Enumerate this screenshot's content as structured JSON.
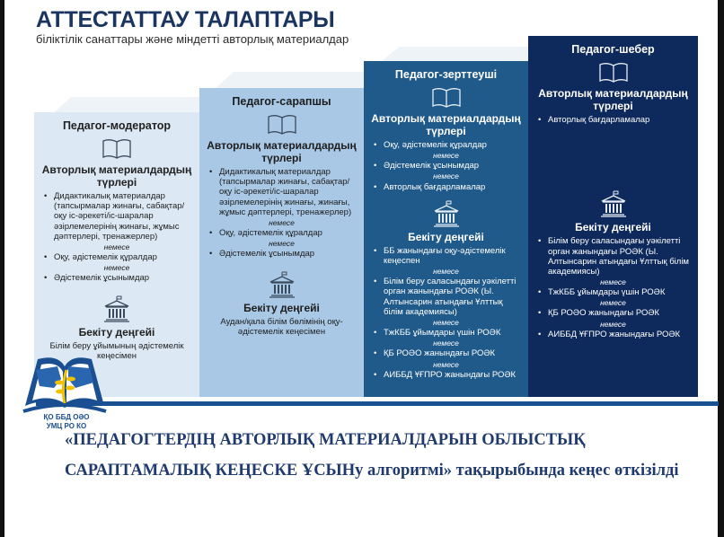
{
  "header": {
    "title": "АТТЕСТАТТАУ ТАЛАПТАРЫ",
    "subtitle": "біліктілік санаттары және міндетті авторлық материалдар"
  },
  "columns": [
    {
      "title": "Педагог-модератор",
      "types_heading": "Авторлық материалдардың түрлері",
      "types": [
        "Дидактикалық материалдар (тапсырмалар жинағы, сабақтар/оқу іс-әрекеті/іс-шаралар әзірлемелерінің жинағы, жұмыс дәптерлері, тренажерлер)",
        "Оқу, әдістемелік құралдар",
        "Әдістемелік ұсынымдар"
      ],
      "approval_heading": "Бекіту деңгейі",
      "approval_text": "Білім беру ұйымының әдістемелік кеңесімен"
    },
    {
      "title": "Педагог-сарапшы",
      "types_heading": "Авторлық материалдардың түрлері",
      "types": [
        "Дидактикалық материалдар (тапсырмалар жинағы, сабақтар/оқу іс-әрекеті/іс-шаралар әзірлемелерінің жинағы, жинағы, жұмыс дәптерлері, тренажерлер)",
        "Оқу, әдістемелік құралдар",
        "Әдістемелік ұсынымдар"
      ],
      "approval_heading": "Бекіту деңгейі",
      "approval_text": "Аудан/қала білім бөлімінің оқу-әдістемелік кеңесімен"
    },
    {
      "title": "Педагог-зерттеуші",
      "types_heading": "Авторлық материалдардың түрлері",
      "types": [
        "Оқу, әдістемелік құралдар",
        "Әдістемелік ұсынымдар",
        "Авторлық бағдарламалар"
      ],
      "approval_heading": "Бекіту деңгейі",
      "approval_items": [
        "ББ жанындағы оқу-әдістемелік кеңеспен",
        "Білім беру саласындағы уәкілетті орган жанындағы РОӘК (Ы. Алтынсарин атындағы Ұлттық білім академиясы)",
        "ТжКББ ұйымдары үшін РОӘК",
        "ҚБ РОӘО жанындағы РОӘК",
        "АИББД ҰҒПРО жанындағы РОӘК"
      ]
    },
    {
      "title": "Педагог-шебер",
      "types_heading": "Авторлық материалдардың түрлері",
      "types": [
        "Авторлық бағдарламалар"
      ],
      "approval_heading": "Бекіту деңгейі",
      "approval_items": [
        "Білім беру саласындағы уәкілетті орган жанындағы РОӘК (Ы. Алтынсарин атындағы Ұлттық білім академиясы)",
        "ТжКББ ұйымдары үшін РОӘК",
        "ҚБ РОӘО жанындағы РОӘК",
        "АИББД ҰҒПРО жанындағы РОӘК"
      ]
    }
  ],
  "or_word": "немесе",
  "logo": {
    "line1": "ҚО ББД ОӘО",
    "line2": "УМЦ РО КО"
  },
  "headline": "«ПЕДАГОГТЕРДІҢ АВТОРЛЫҚ МАТЕРИАЛДАРЫН ОБЛЫСТЫҚ САРАПТАМАЛЫҚ КЕҢЕСКЕ ҰСЫНу алгоритмі» тақырыбында кеңес өткізілді",
  "colors": {
    "title": "#1b3561",
    "col1": "#dce8f3",
    "col2": "#a9c8e5",
    "col3": "#1f5a8b",
    "col4": "#0e2a5c",
    "bar": "#1a4f91"
  }
}
